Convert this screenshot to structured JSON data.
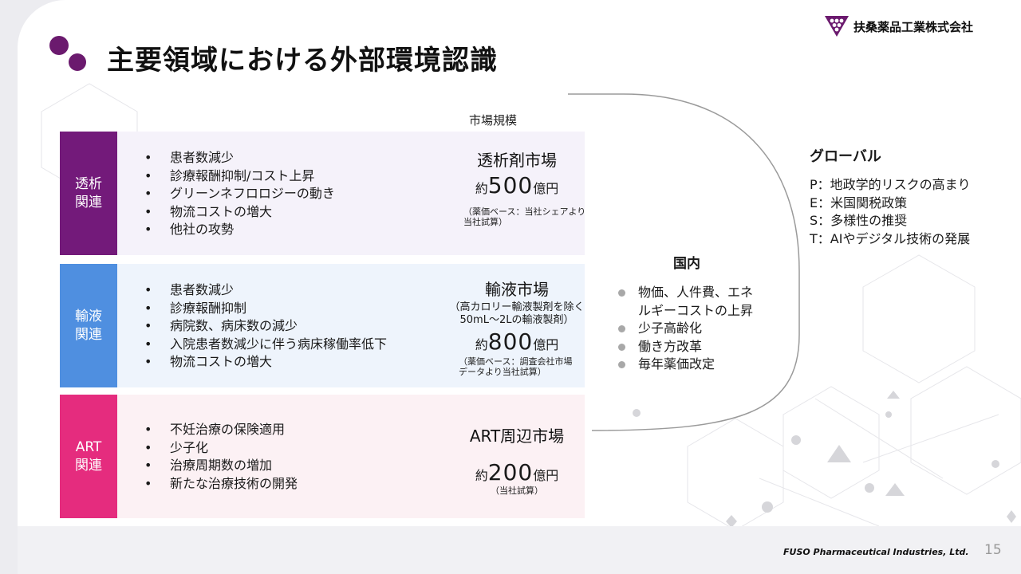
{
  "title": "主要領域における外部環境認識",
  "company": "扶桑薬品工業株式会社",
  "market_header": "市場規模",
  "rows": [
    {
      "label": "透析\n関連",
      "color": "#731a7a",
      "bullets": [
        "患者数減少",
        "診療報酬抑制/コスト上昇",
        "グリーンネフロロジーの動き",
        "物流コストの増大",
        "他社の攻勢"
      ],
      "market": {
        "name": "透析剤市場",
        "prefix": "約",
        "number": "500",
        "unit": "億円",
        "note": "（薬価ベース：当社シェアより\n当社試算）"
      }
    },
    {
      "label": "輸液\n関連",
      "color": "#4f8fe0",
      "bullets": [
        "患者数減少",
        "診療報酬抑制",
        "病院数、病床数の減少",
        "入院患者数減少に伴う病床稼働率低下",
        "物流コストの増大"
      ],
      "market": {
        "name": "輸液市場",
        "sub": "（高カロリー輸液製剤を除く\n50mL～2Lの輸液製剤）",
        "prefix": "約",
        "number": "800",
        "unit": "億円",
        "note": "（薬価ベース：調査会社市場\nデータより当社試算）"
      }
    },
    {
      "label": "ART\n関連",
      "color": "#e52c7e",
      "bullets": [
        "不妊治療の保険適用",
        "少子化",
        "治療周期数の増加",
        "新たな治療技術の開発"
      ],
      "market": {
        "name": "ART周辺市場",
        "prefix": "約",
        "number": "200",
        "unit": "億円",
        "note": "（当社試算）"
      }
    }
  ],
  "domestic": {
    "title": "国内",
    "items": [
      "物価、人件費、エネ\nルギーコストの上昇",
      "少子高齢化",
      "働き方改革",
      "毎年薬価改定"
    ]
  },
  "global": {
    "title": "グローバル",
    "items": [
      "P：地政学的リスクの高まり",
      "E：米国関税政策",
      "S：多様性の推奨",
      "T：AIやデジタル技術の発展"
    ]
  },
  "footer_brand": "FUSO Pharmaceutical Industries, Ltd.",
  "page_number": "15"
}
